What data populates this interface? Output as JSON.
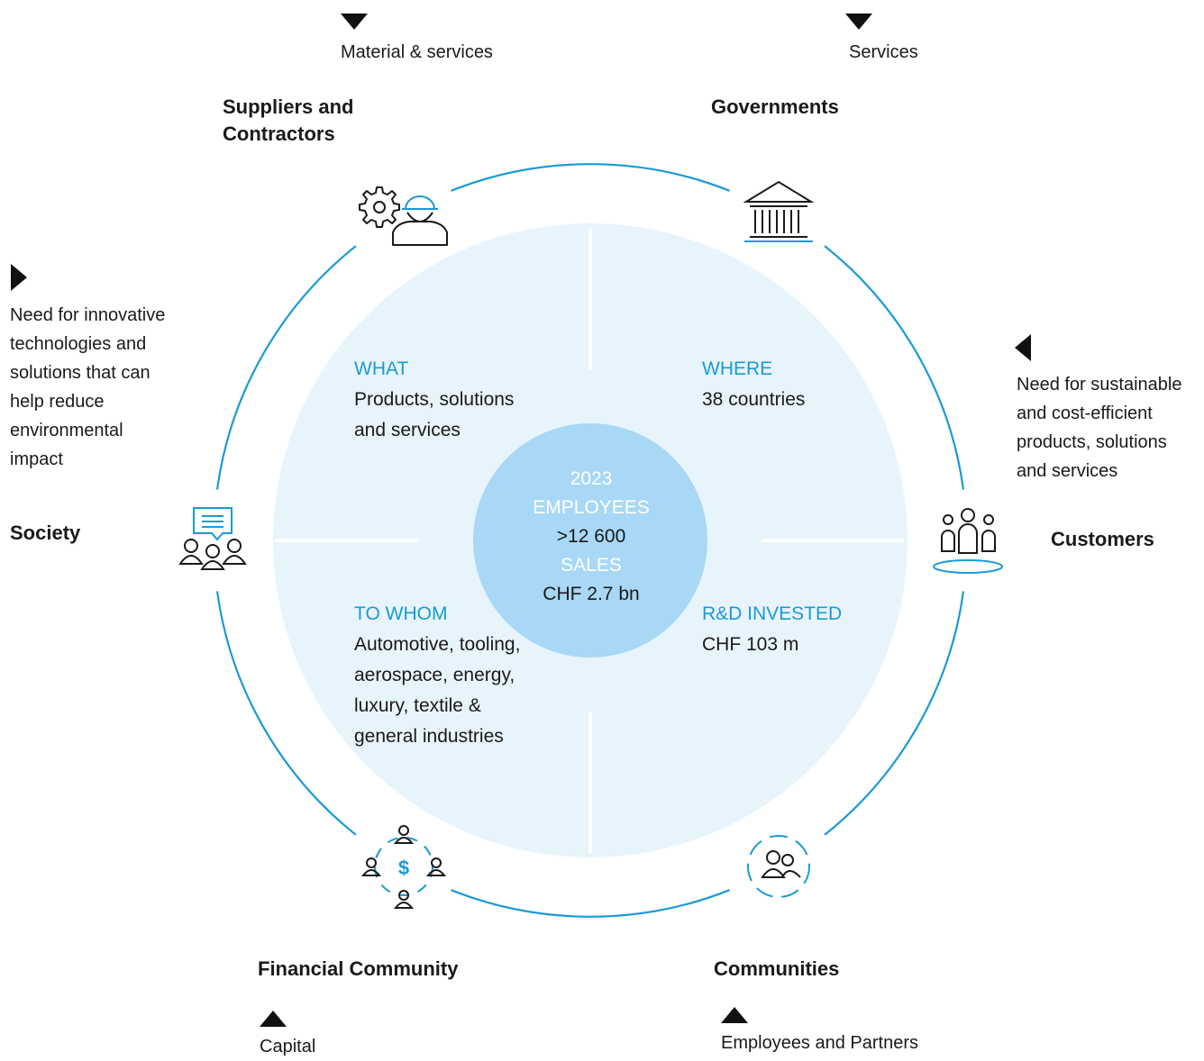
{
  "top_flows": [
    {
      "label": "Material & services"
    },
    {
      "label": "Services"
    }
  ],
  "bottom_flows": [
    {
      "label": "Capital"
    },
    {
      "label": "Employees and Partners"
    }
  ],
  "stakeholders": {
    "suppliers": "Suppliers and\nContractors",
    "governments": "Governments",
    "society": "Society",
    "customers": "Customers",
    "financial": "Financial Community",
    "communities": "Communities"
  },
  "society_need": "Need for innovative\ntechnologies and\nsolutions that can\nhelp reduce\nenvironmental\nimpact",
  "customer_need": "Need for sustainable\nand cost-efficient\nproducts, solutions\nand services",
  "quadrants": {
    "what": {
      "heading": "WHAT",
      "body": "Products, solutions\nand services"
    },
    "where": {
      "heading": "WHERE",
      "body": "38 countries"
    },
    "to_whom": {
      "heading": "TO WHOM",
      "body": "Automotive, tooling,\naerospace, energy,\nluxury, textile &\ngeneral industries"
    },
    "rd": {
      "heading": "R&D INVESTED",
      "body": "CHF 103 m"
    }
  },
  "center": {
    "year": "2023",
    "employees_label": "EMPLOYEES",
    "employees_value": ">12 600",
    "sales_label": "SALES",
    "sales_value": "CHF 2.7 bn"
  },
  "colors": {
    "accent": "#1a9ad6",
    "inner_fill": "#e8f4fc",
    "center_fill": "#a8d8f5",
    "text": "#1a1a1a"
  },
  "icons": {
    "suppliers": "gear-worker-icon",
    "governments": "government-building-icon",
    "society": "speech-bubble-people-icon",
    "customers": "customers-group-icon",
    "financial": "people-dollar-icon",
    "communities": "community-circle-icon"
  }
}
